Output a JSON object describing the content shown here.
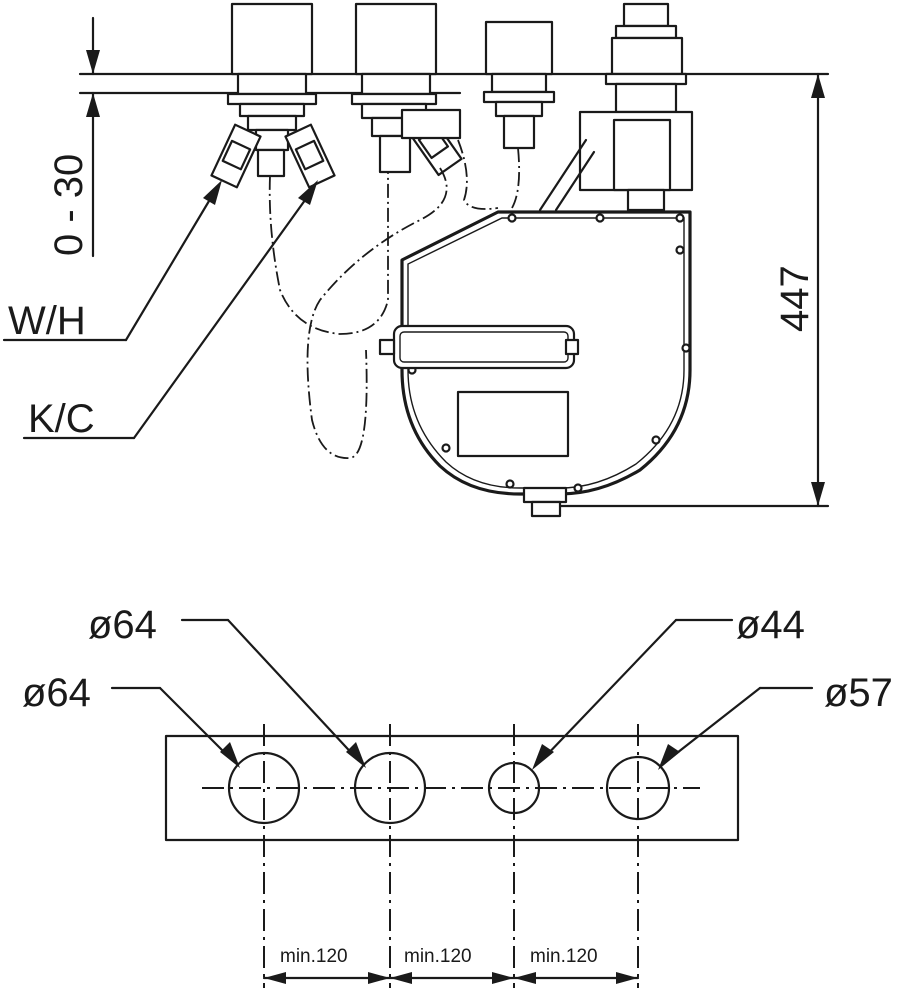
{
  "dimensions": {
    "adjustment": "0 - 30",
    "height": "447"
  },
  "connections": {
    "hot": "W/H",
    "cold": "K/C"
  },
  "diameters": {
    "d1_left": "ø64",
    "d2_left": "ø64",
    "d3": "ø44",
    "d4": "ø57"
  },
  "spacing": {
    "s1": "min.120",
    "s2": "min.120",
    "s3": "min.120"
  }
}
